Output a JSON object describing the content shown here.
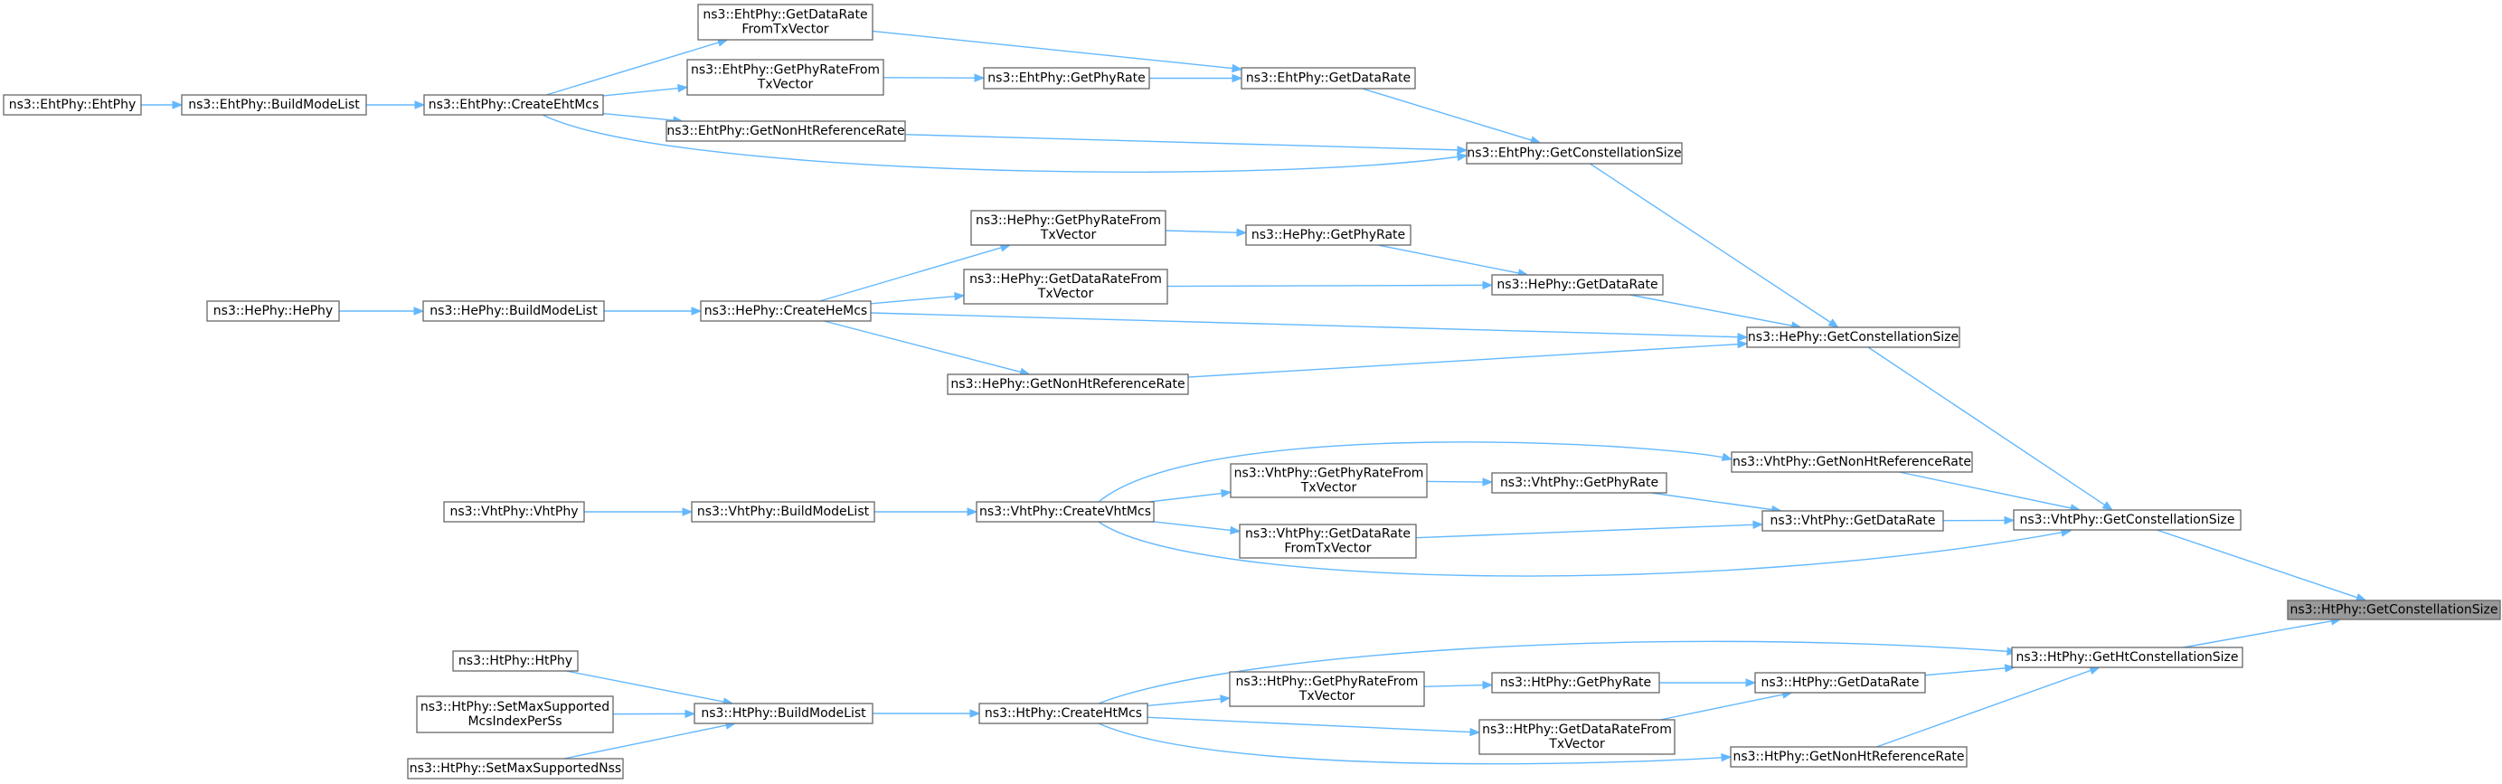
{
  "graph": {
    "direction": "right-to-left callers",
    "colors": {
      "edge": "#63b8ff",
      "node_border": "#666666",
      "focus_fill": "#999999",
      "node_fill": "#ffffff"
    },
    "nodes": [
      {
        "id": "ht_gcs",
        "lines": [
          "ns3::HtPhy::GetConstellationSize"
        ],
        "focus": true
      },
      {
        "id": "ht_ghtcs",
        "lines": [
          "ns3::HtPhy::GetHtConstellationSize"
        ]
      },
      {
        "id": "vht_gcs",
        "lines": [
          "ns3::VhtPhy::GetConstellationSize"
        ]
      },
      {
        "id": "he_gcs",
        "lines": [
          "ns3::HePhy::GetConstellationSize"
        ]
      },
      {
        "id": "eht_gcs",
        "lines": [
          "ns3::EhtPhy::GetConstellationSize"
        ]
      },
      {
        "id": "eht_gdr",
        "lines": [
          "ns3::EhtPhy::GetDataRate"
        ]
      },
      {
        "id": "eht_gpr",
        "lines": [
          "ns3::EhtPhy::GetPhyRate"
        ]
      },
      {
        "id": "eht_gdrtx",
        "lines": [
          "ns3::EhtPhy::GetDataRate",
          "FromTxVector"
        ]
      },
      {
        "id": "eht_gprtx",
        "lines": [
          "ns3::EhtPhy::GetPhyRateFrom",
          "TxVector"
        ]
      },
      {
        "id": "eht_nht",
        "lines": [
          "ns3::EhtPhy::GetNonHtReferenceRate"
        ]
      },
      {
        "id": "eht_cm",
        "lines": [
          "ns3::EhtPhy::CreateEhtMcs"
        ]
      },
      {
        "id": "eht_bml",
        "lines": [
          "ns3::EhtPhy::BuildModeList"
        ]
      },
      {
        "id": "eht_ctor",
        "lines": [
          "ns3::EhtPhy::EhtPhy"
        ]
      },
      {
        "id": "he_gdr",
        "lines": [
          "ns3::HePhy::GetDataRate"
        ]
      },
      {
        "id": "he_gpr",
        "lines": [
          "ns3::HePhy::GetPhyRate"
        ]
      },
      {
        "id": "he_gprtx",
        "lines": [
          "ns3::HePhy::GetPhyRateFrom",
          "TxVector"
        ]
      },
      {
        "id": "he_gdrtx",
        "lines": [
          "ns3::HePhy::GetDataRateFrom",
          "TxVector"
        ]
      },
      {
        "id": "he_nht",
        "lines": [
          "ns3::HePhy::GetNonHtReferenceRate"
        ]
      },
      {
        "id": "he_cm",
        "lines": [
          "ns3::HePhy::CreateHeMcs"
        ]
      },
      {
        "id": "he_bml",
        "lines": [
          "ns3::HePhy::BuildModeList"
        ]
      },
      {
        "id": "he_ctor",
        "lines": [
          "ns3::HePhy::HePhy"
        ]
      },
      {
        "id": "vht_nht",
        "lines": [
          "ns3::VhtPhy::GetNonHtReferenceRate"
        ]
      },
      {
        "id": "vht_gdr",
        "lines": [
          "ns3::VhtPhy::GetDataRate"
        ]
      },
      {
        "id": "vht_gpr",
        "lines": [
          "ns3::VhtPhy::GetPhyRate"
        ]
      },
      {
        "id": "vht_gprtx",
        "lines": [
          "ns3::VhtPhy::GetPhyRateFrom",
          "TxVector"
        ]
      },
      {
        "id": "vht_gdrtx",
        "lines": [
          "ns3::VhtPhy::GetDataRate",
          "FromTxVector"
        ]
      },
      {
        "id": "vht_cm",
        "lines": [
          "ns3::VhtPhy::CreateVhtMcs"
        ]
      },
      {
        "id": "vht_bml",
        "lines": [
          "ns3::VhtPhy::BuildModeList"
        ]
      },
      {
        "id": "vht_ctor",
        "lines": [
          "ns3::VhtPhy::VhtPhy"
        ]
      },
      {
        "id": "ht_gdr",
        "lines": [
          "ns3::HtPhy::GetDataRate"
        ]
      },
      {
        "id": "ht_gpr",
        "lines": [
          "ns3::HtPhy::GetPhyRate"
        ]
      },
      {
        "id": "ht_gprtx",
        "lines": [
          "ns3::HtPhy::GetPhyRateFrom",
          "TxVector"
        ]
      },
      {
        "id": "ht_gdrtx",
        "lines": [
          "ns3::HtPhy::GetDataRateFrom",
          "TxVector"
        ]
      },
      {
        "id": "ht_nht",
        "lines": [
          "ns3::HtPhy::GetNonHtReferenceRate"
        ]
      },
      {
        "id": "ht_cm",
        "lines": [
          "ns3::HtPhy::CreateHtMcs"
        ]
      },
      {
        "id": "ht_bml",
        "lines": [
          "ns3::HtPhy::BuildModeList"
        ]
      },
      {
        "id": "ht_ctor",
        "lines": [
          "ns3::HtPhy::HtPhy"
        ]
      },
      {
        "id": "ht_smsmi",
        "lines": [
          "ns3::HtPhy::SetMaxSupported",
          "McsIndexPerSs"
        ]
      },
      {
        "id": "ht_smsn",
        "lines": [
          "ns3::HtPhy::SetMaxSupportedNss"
        ]
      }
    ],
    "edges": [
      [
        "ht_ghtcs",
        "ht_gcs"
      ],
      [
        "vht_gcs",
        "ht_gcs"
      ],
      [
        "he_gcs",
        "vht_gcs"
      ],
      [
        "vht_nht",
        "vht_gcs"
      ],
      [
        "vht_gdr",
        "vht_gcs"
      ],
      [
        "vht_cm",
        "vht_gcs"
      ],
      [
        "eht_gcs",
        "he_gcs"
      ],
      [
        "he_gdr",
        "he_gcs"
      ],
      [
        "he_cm",
        "he_gcs"
      ],
      [
        "he_nht",
        "he_gcs"
      ],
      [
        "eht_gdr",
        "eht_gcs"
      ],
      [
        "eht_nht",
        "eht_gcs"
      ],
      [
        "eht_cm",
        "eht_gcs"
      ],
      [
        "eht_gpr",
        "eht_gdr"
      ],
      [
        "eht_gdrtx",
        "eht_gdr"
      ],
      [
        "eht_gprtx",
        "eht_gpr"
      ],
      [
        "eht_cm",
        "eht_gdrtx"
      ],
      [
        "eht_cm",
        "eht_gprtx"
      ],
      [
        "eht_cm",
        "eht_nht"
      ],
      [
        "eht_bml",
        "eht_cm"
      ],
      [
        "eht_ctor",
        "eht_bml"
      ],
      [
        "he_gpr",
        "he_gdr"
      ],
      [
        "he_gdrtx",
        "he_gdr"
      ],
      [
        "he_gprtx",
        "he_gpr"
      ],
      [
        "he_cm",
        "he_gprtx"
      ],
      [
        "he_cm",
        "he_gdrtx"
      ],
      [
        "he_cm",
        "he_nht"
      ],
      [
        "he_bml",
        "he_cm"
      ],
      [
        "he_ctor",
        "he_bml"
      ],
      [
        "vht_gpr",
        "vht_gdr"
      ],
      [
        "vht_gdrtx",
        "vht_gdr"
      ],
      [
        "vht_gprtx",
        "vht_gpr"
      ],
      [
        "vht_cm",
        "vht_nht"
      ],
      [
        "vht_cm",
        "vht_gprtx"
      ],
      [
        "vht_cm",
        "vht_gdrtx"
      ],
      [
        "vht_bml",
        "vht_cm"
      ],
      [
        "vht_ctor",
        "vht_bml"
      ],
      [
        "ht_gdr",
        "ht_ghtcs"
      ],
      [
        "ht_nht",
        "ht_ghtcs"
      ],
      [
        "ht_cm",
        "ht_ghtcs"
      ],
      [
        "ht_gpr",
        "ht_gdr"
      ],
      [
        "ht_gdrtx",
        "ht_gdr"
      ],
      [
        "ht_gprtx",
        "ht_gpr"
      ],
      [
        "ht_cm",
        "ht_gprtx"
      ],
      [
        "ht_cm",
        "ht_gdrtx"
      ],
      [
        "ht_cm",
        "ht_nht"
      ],
      [
        "ht_bml",
        "ht_cm"
      ],
      [
        "ht_ctor",
        "ht_bml"
      ],
      [
        "ht_smsmi",
        "ht_bml"
      ],
      [
        "ht_smsn",
        "ht_bml"
      ]
    ]
  }
}
